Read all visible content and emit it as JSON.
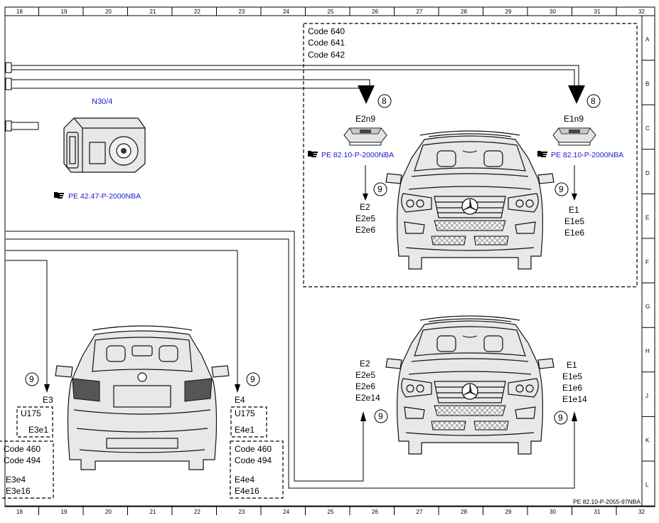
{
  "grid": {
    "columns": [
      "18",
      "19",
      "20",
      "21",
      "22",
      "23",
      "24",
      "25",
      "26",
      "27",
      "28",
      "29",
      "30",
      "31",
      "32"
    ],
    "rows": [
      "A",
      "B",
      "C",
      "D",
      "E",
      "F",
      "G",
      "H",
      "J",
      "K",
      "L"
    ]
  },
  "codes_box": {
    "lines": [
      "Code 640",
      "Code 641",
      "Code 642"
    ]
  },
  "n30": {
    "label": "N30/4",
    "ref": "PE 42.47-P-2000NBA"
  },
  "e2n9": {
    "label": "E2n9",
    "badge": "8",
    "ref": "PE 82.10-P-2000NBA"
  },
  "e1n9": {
    "label": "E1n9",
    "badge": "8",
    "ref": "PE 82.10-P-2000NBA"
  },
  "front_left_top": {
    "badge": "9",
    "lines": [
      "E2",
      "E2e5",
      "E2e6"
    ]
  },
  "front_right_top": {
    "badge": "9",
    "lines": [
      "E1",
      "E1e5",
      "E1e6"
    ]
  },
  "front_left_bottom": {
    "badge": "9",
    "lines": [
      "E2",
      "E2e5",
      "E2e6",
      "E2e14"
    ]
  },
  "front_right_bottom": {
    "badge": "9",
    "lines": [
      "E1",
      "E1e5",
      "E1e6",
      "E1e14"
    ]
  },
  "rear_left": {
    "badge": "9",
    "label": "E3",
    "u_code": "U175",
    "u_item": "E3e1",
    "codes": [
      "Code 460",
      "Code 494"
    ],
    "items": [
      "E3e4",
      "E3e16"
    ]
  },
  "rear_right": {
    "badge": "9",
    "label": "E4",
    "u_code": "U175",
    "u_item": "E4e1",
    "codes": [
      "Code 460",
      "Code 494"
    ],
    "items": [
      "E4e4",
      "E4e16"
    ]
  },
  "footer": "PE 82.10-P-2055-97NBA",
  "icons": {
    "reference": "pointing-hand-icon"
  }
}
